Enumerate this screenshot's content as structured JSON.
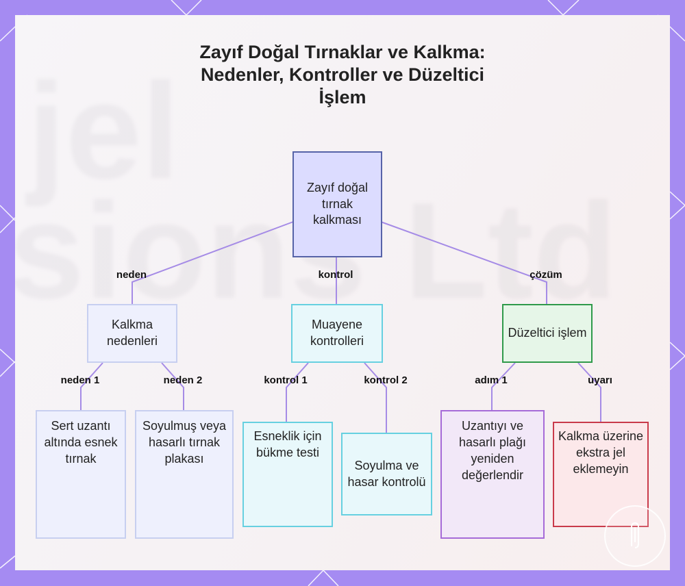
{
  "title": {
    "line1": "Zayıf Doğal Tırnaklar ve Kalkma:",
    "line2": "Nedenler, Kontroller ve Düzeltici",
    "line3": "İşlem"
  },
  "watermark": {
    "line1": "jel",
    "line2": "sions Ltd"
  },
  "nodes": {
    "root": "Zayıf doğal tırnak kalkması",
    "causes": "Kalkma nedenleri",
    "checks": "Muayene kontrolleri",
    "action": "Düzeltici işlem",
    "cause1": "Sert uzantı altında esnek tırnak",
    "cause2": "Soyulmuş veya hasarlı tırnak plakası",
    "check1": "Esneklik için bükme testi",
    "check2": "Soyulma ve hasar kontrolü",
    "step1": "Uzantıyı ve hasarlı plağı yeniden değerlendir",
    "warning": "Kalkma üzerine ekstra jel eklemeyin"
  },
  "edges": {
    "neden": "neden",
    "kontrol": "kontrol",
    "cozum": "çözüm",
    "neden1": "neden 1",
    "neden2": "neden 2",
    "kontrol1": "kontrol 1",
    "kontrol2": "kontrol 2",
    "adim1": "adım 1",
    "uyari": "uyarı"
  },
  "colors": {
    "frame": "#a58bf2",
    "edge": "#a58be6",
    "root_fill": "#dcdcff",
    "root_border": "#5663a8",
    "causes_border": "#c7cff0",
    "checks_border": "#66d0e0",
    "action_border": "#2f9a4a",
    "step_border": "#a66bd8",
    "warning_border": "#c93a4a"
  }
}
